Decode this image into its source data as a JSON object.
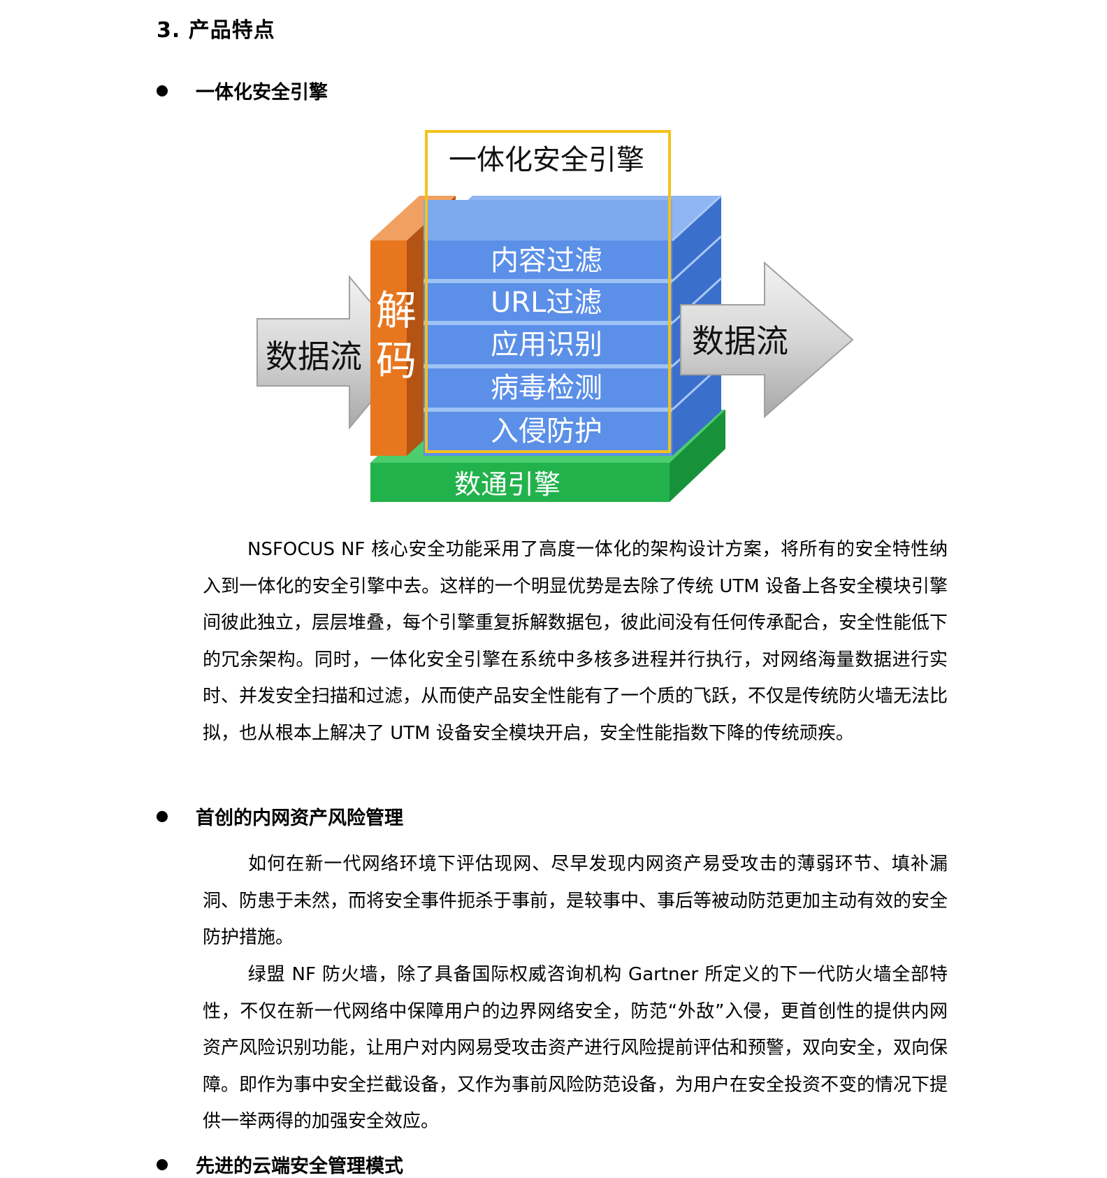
{
  "heading": "3.  产品特点",
  "sections": [
    {
      "title": "一体化安全引擎"
    },
    {
      "title": "首创的内网资产风险管理"
    },
    {
      "title": "先进的云端安全管理模式"
    }
  ],
  "diagram": {
    "engine_title": "一体化安全引擎",
    "layers": [
      "内容过滤",
      "URL过滤",
      "应用识别",
      "病毒检测",
      "入侵防护"
    ],
    "decode_label": [
      "解",
      "码"
    ],
    "base_label": "数通引擎",
    "flow_in": "数据流",
    "flow_out": "数据流",
    "colors": {
      "orange": "#e8761e",
      "blue": "#5b8fe8",
      "green": "#22b24c",
      "frame": "#f5c21b",
      "arrow": "#d9d9d9"
    }
  },
  "paragraphs": {
    "p1": "NSFOCUS NF 核心安全功能采用了高度一体化的架构设计方案，将所有的安全特性纳入到一体化的安全引擎中去。这样的一个明显优势是去除了传统 UTM 设备上各安全模块引擎间彼此独立，层层堆叠，每个引擎重复拆解数据包，彼此间没有任何传承配合，安全性能低下的冗余架构。同时，一体化安全引擎在系统中多核多进程并行执行，对网络海量数据进行实时、并发安全扫描和过滤，从而使产品安全性能有了一个质的飞跃，不仅是传统防火墙无法比拟，也从根本上解决了 UTM 设备安全模块开启，安全性能指数下降的传统顽疾。",
    "p2": "如何在新一代网络环境下评估现网、尽早发现内网资产易受攻击的薄弱环节、填补漏洞、防患于未然，而将安全事件扼杀于事前，是较事中、事后等被动防范更加主动有效的安全防护措施。",
    "p3": "绿盟 NF 防火墙，除了具备国际权威咨询机构 Gartner 所定义的下一代防火墙全部特性，不仅在新一代网络中保障用户的边界网络安全，防范“外敌”入侵，更首创性的提供内网资产风险识别功能，让用户对内网易受攻击资产进行风险提前评估和预警，双向安全，双向保障。即作为事中安全拦截设备，又作为事前风险防范设备，为用户在安全投资不变的情况下提供一举两得的加强安全效应。"
  }
}
